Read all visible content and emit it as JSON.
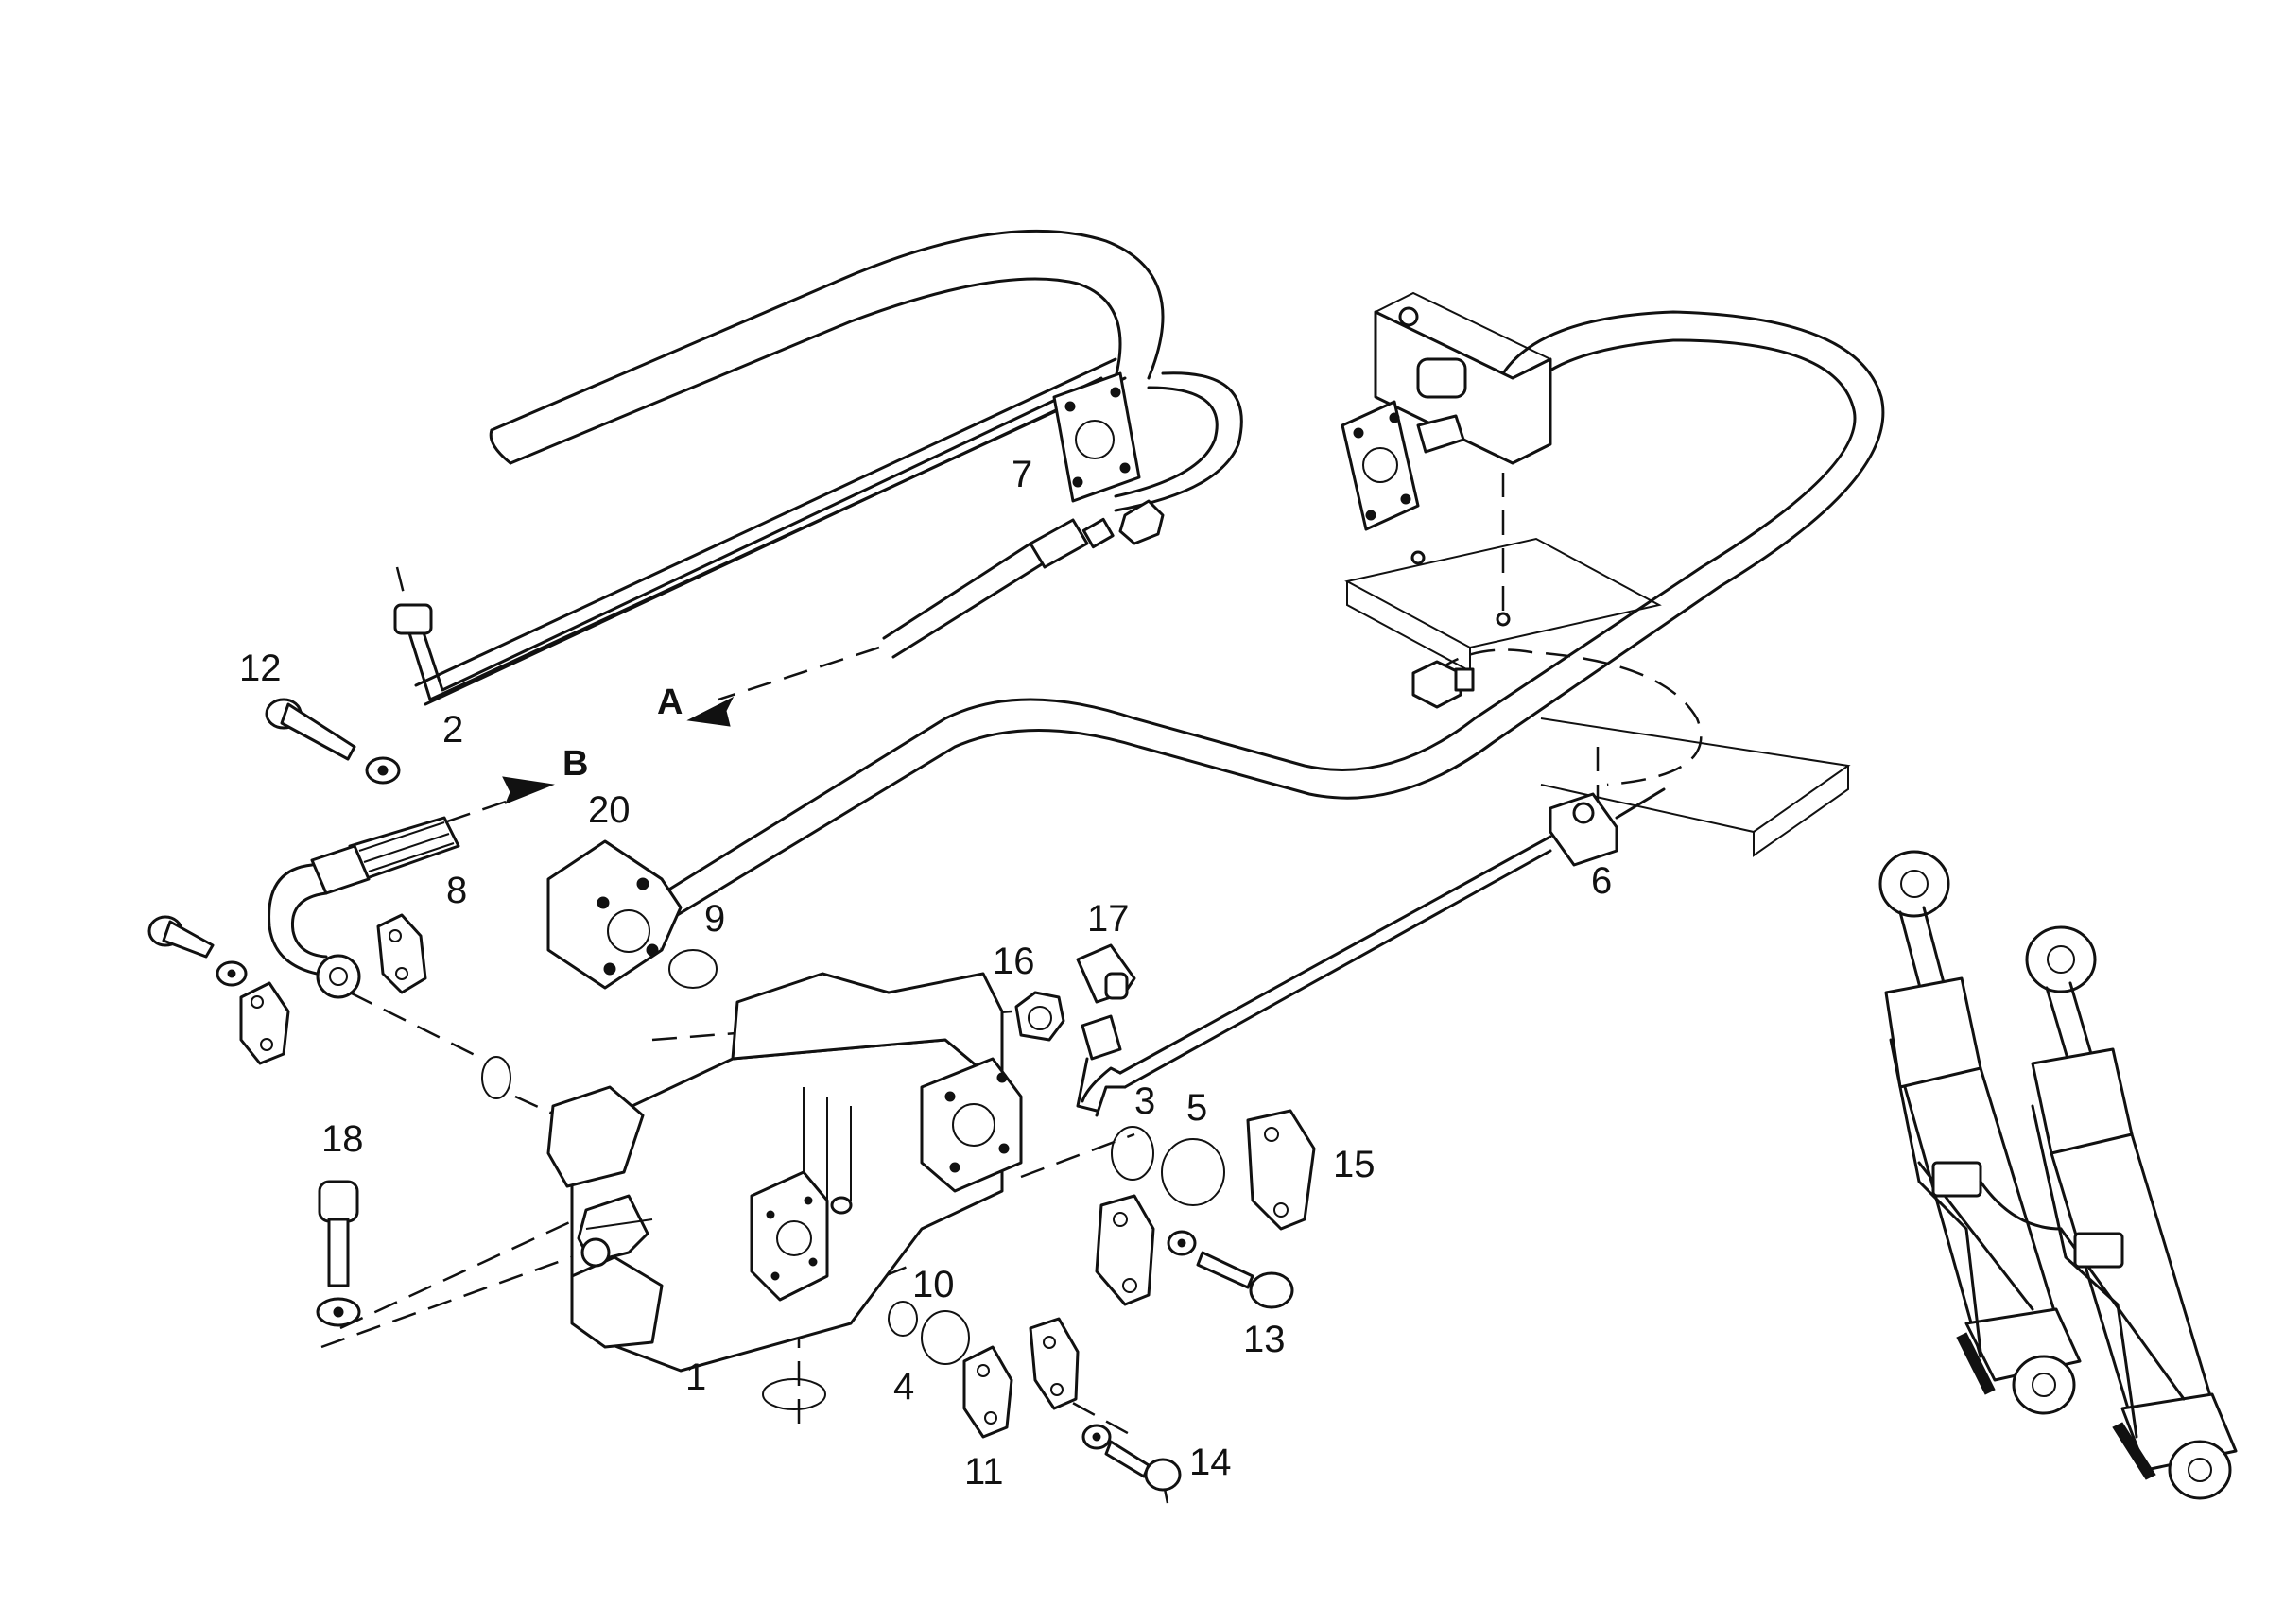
{
  "labels": {
    "n1": "1",
    "n2": "2",
    "n3": "3",
    "n4": "4",
    "n5": "5",
    "n6": "6",
    "n7": "7",
    "n8": "8",
    "n9": "9",
    "n10": "10",
    "n11": "11",
    "n12": "12",
    "n13": "13",
    "n14": "14",
    "n15": "15",
    "n16": "16",
    "n17": "17",
    "n18": "18",
    "n20": "20"
  },
  "arrows": {
    "a": "A",
    "b": "B"
  },
  "colors": {
    "ink": "#111111",
    "paper": "#ffffff"
  }
}
